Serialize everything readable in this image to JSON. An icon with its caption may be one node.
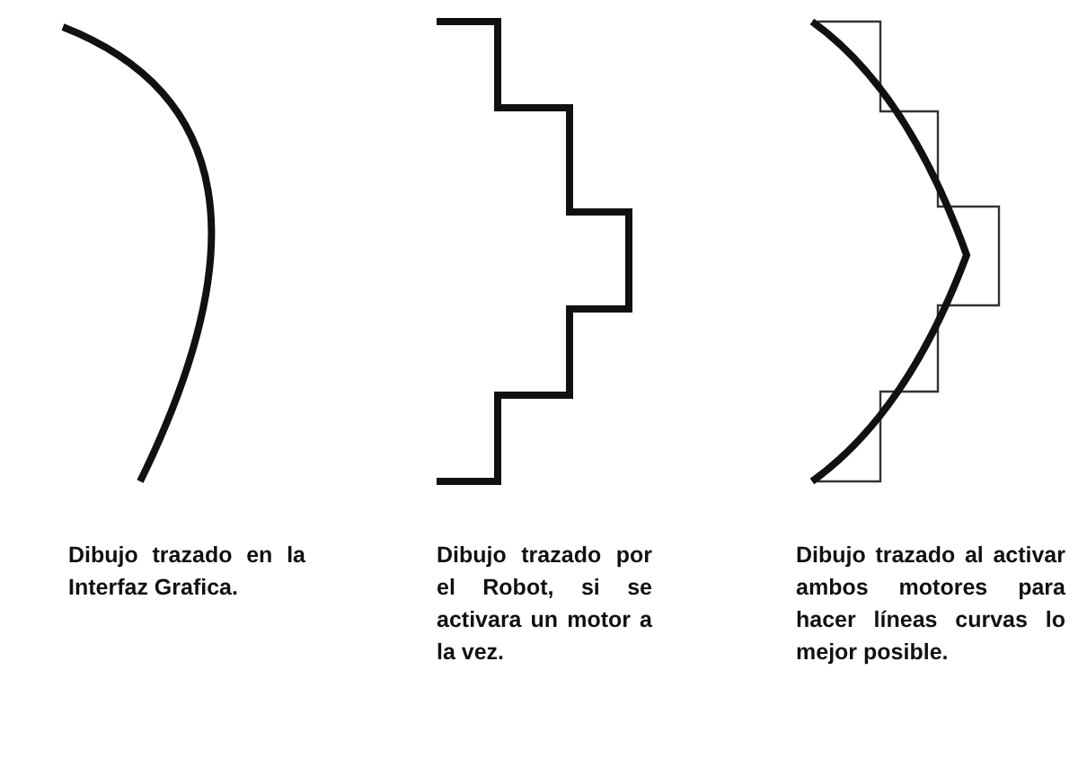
{
  "diagram": {
    "labels": [
      "Dibujo trazado en la Interfaz Grafica.",
      "Dibujo trazado por el Robot, si se activara un motor a la vez.",
      "Dibujo trazado al activar ambos motores para hacer líneas curvas lo mejor posible."
    ]
  }
}
